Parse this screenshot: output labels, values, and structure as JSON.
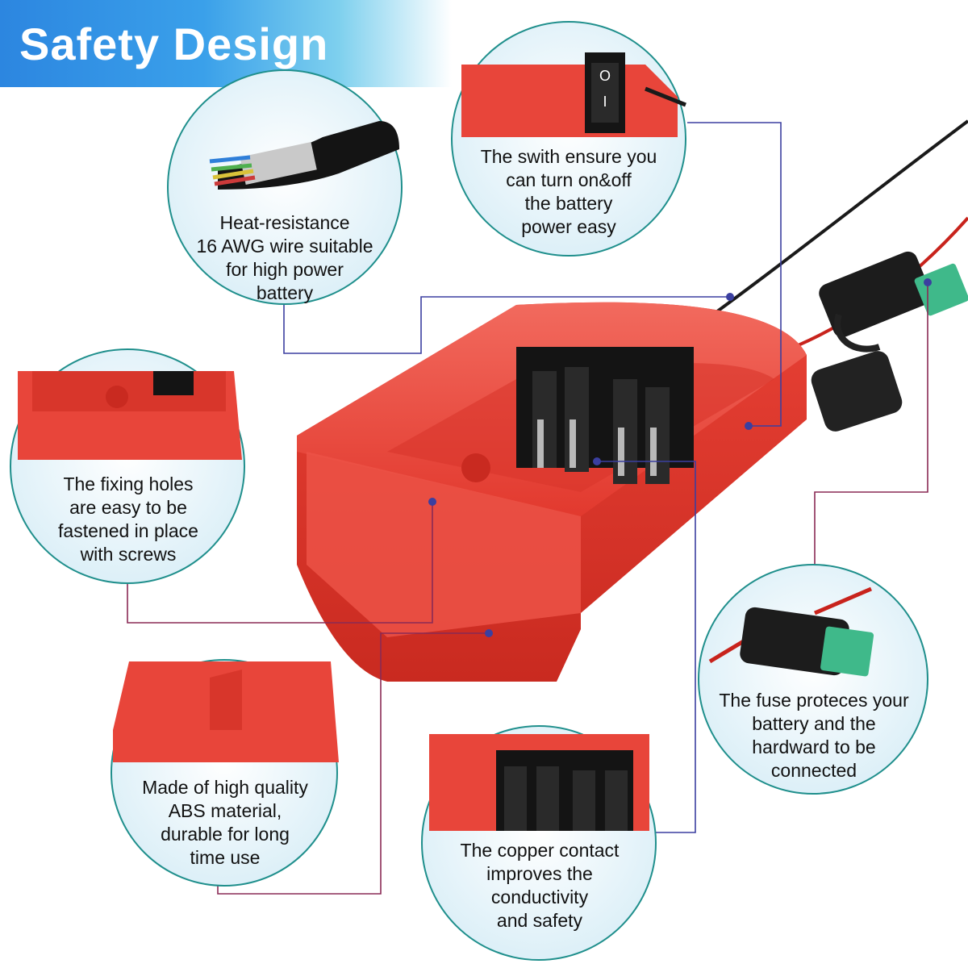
{
  "banner": {
    "title": "Safety Design"
  },
  "features": {
    "wire": "Heat-resistance\n16 AWG wire  suitable\nfor high power\nbattery",
    "switch": "The swith ensure you\ncan turn on&off\nthe battery\npower easy",
    "holes": "The fixing holes\nare easy to be\nfastened in place\nwith screws",
    "fuse": "The fuse proteces your\nbattery and the\nhardward to be\nconnected",
    "material": "Made of high quality\nABS material,\ndurable for long\ntime use",
    "contact": "The copper contact\nimproves the\nconductivity\nand safety"
  },
  "switch_marks": {
    "on": "I",
    "off": "O"
  },
  "colors": {
    "banner_start": "#2c86e0",
    "circle_border": "#1f8f8c",
    "circle_fill": "#eaf5fb",
    "product_red": "#e8453a",
    "leader_line": "#8a2a55",
    "callout_dot": "#3b3fa0"
  }
}
